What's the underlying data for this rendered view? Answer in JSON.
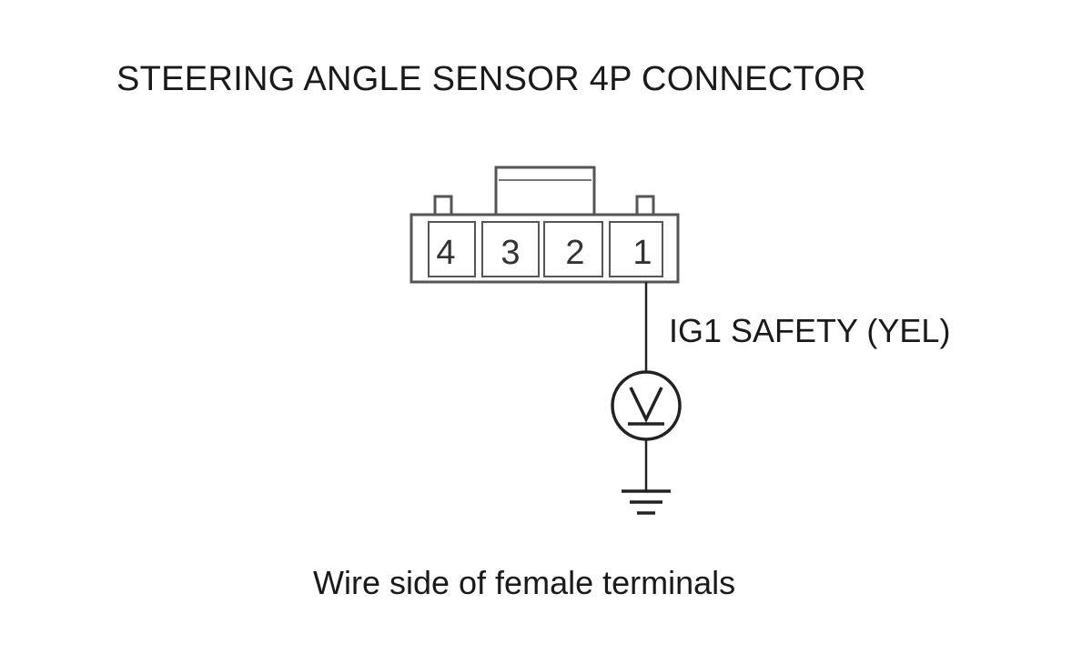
{
  "diagram": {
    "title": "STEERING ANGLE SENSOR 4P CONNECTOR",
    "connector": {
      "terminals": [
        "4",
        "3",
        "2",
        "1"
      ]
    },
    "wire_label": "IG1 SAFETY (YEL)",
    "caption": "Wire side of female terminals",
    "meter_symbol": "V"
  },
  "colors": {
    "line": "#333333",
    "background": "#ffffff"
  },
  "icons": {
    "meter": "voltmeter-icon",
    "ground": "ground-icon"
  }
}
